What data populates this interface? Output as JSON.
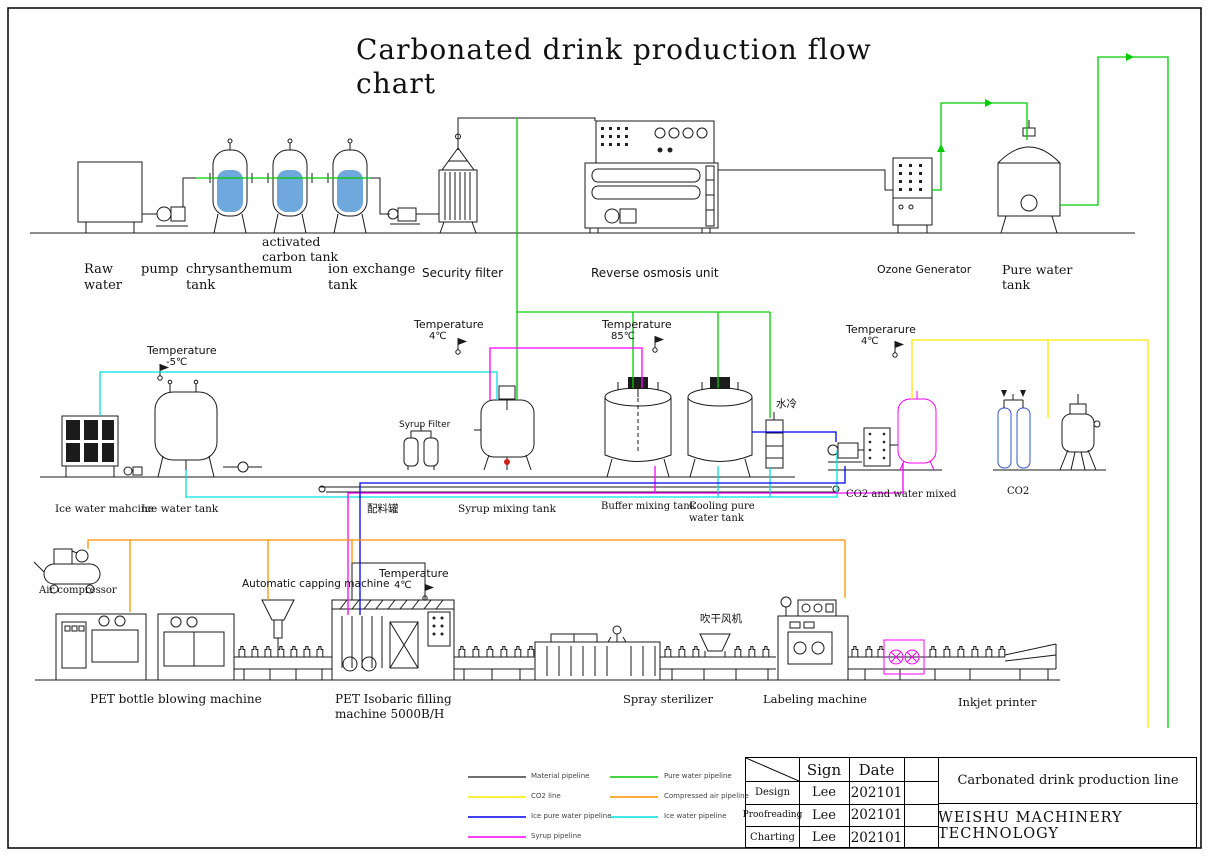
{
  "title": "Carbonated drink production flow chart",
  "colors": {
    "pure_water": "#00cc00",
    "co2_line": "#ffe600",
    "ice_pure_water": "#0000ee",
    "syrup": "#ff00ff",
    "compressed_air": "#ff9100",
    "ice_water": "#00e0e0",
    "material": "#404040",
    "tank_fill": "#6fa8dc"
  },
  "water_line": {
    "raw_water_tank": "Raw water",
    "pump": "pump",
    "chrysanthemum_tank": "chrysanthemum tank",
    "activated_carbon_tank": "activated carbon tank",
    "ion_exchange_tank": "ion exchange tank",
    "security_filter": "Security filter",
    "reverse_osmosis_unit": "Reverse osmosis unit",
    "ozone_generator": "Ozone Generator",
    "pure_water_tank": "Pure water tank"
  },
  "mixing_line": {
    "temp_ice_water": {
      "title": "Temperature",
      "value": "-5℃"
    },
    "temp_syrup": {
      "title": "Temperature",
      "value": "4℃"
    },
    "temp_buffer": {
      "title": "Temperature",
      "value": "85℃"
    },
    "temp_mixer": {
      "title": "Temperarure",
      "value": "4℃"
    },
    "ice_water_machine": "Ice water mahcine",
    "ice_water_tank": "Ice water tank",
    "batching_tank": "配料罐",
    "syrup_filter": "Syrup Filter",
    "syrup_mixing_tank": "Syrup mixing tank",
    "buffer_mixing_tank": "Buffer mixing tank",
    "cooling_pure_water_tank": "Cooling pure water tank",
    "water_cooling": "水冷",
    "co2_water_mixer": "CO2 and water mixed",
    "co2": "CO2"
  },
  "filling_line": {
    "air_compressor": "Air compressor",
    "capping_machine": "Automatic capping machine",
    "temp_filling": {
      "title": "Temperature",
      "value": "4℃"
    },
    "blow_dry_fan": "吹干风机",
    "pet_blowing_machine": "PET bottle blowing machine",
    "pet_filling_machine": "PET Isobaric filling machine 5000B/H",
    "spray_sterilizer": "Spray sterilizer",
    "labeling_machine": "Labeling machine",
    "inkjet_printer": "Inkjet printer"
  },
  "legend": {
    "items": [
      {
        "label": "Material pipeline",
        "color": "#404040"
      },
      {
        "label": "CO2 line",
        "color": "#ffe600"
      },
      {
        "label": "Ice pure water pipeline",
        "color": "#0000ee"
      },
      {
        "label": "Syrup pipeline",
        "color": "#ff00ff"
      },
      {
        "label": "Pure water pipeline",
        "color": "#00cc00"
      },
      {
        "label": "Compressed air pipeline",
        "color": "#ff9100"
      },
      {
        "label": "Ice water pipeline",
        "color": "#00e0e0"
      }
    ]
  },
  "title_block": {
    "headers": {
      "sign": "Sign",
      "date": "Date"
    },
    "rows": [
      {
        "role": "Design",
        "sign": "Lee",
        "date": "202101"
      },
      {
        "role": "Proofreading",
        "sign": "Lee",
        "date": "202101"
      },
      {
        "role": "Charting",
        "sign": "Lee",
        "date": "202101"
      }
    ],
    "product": "Carbonated drink production line",
    "company": "WEISHU MACHINERY TECHNOLOGY"
  }
}
